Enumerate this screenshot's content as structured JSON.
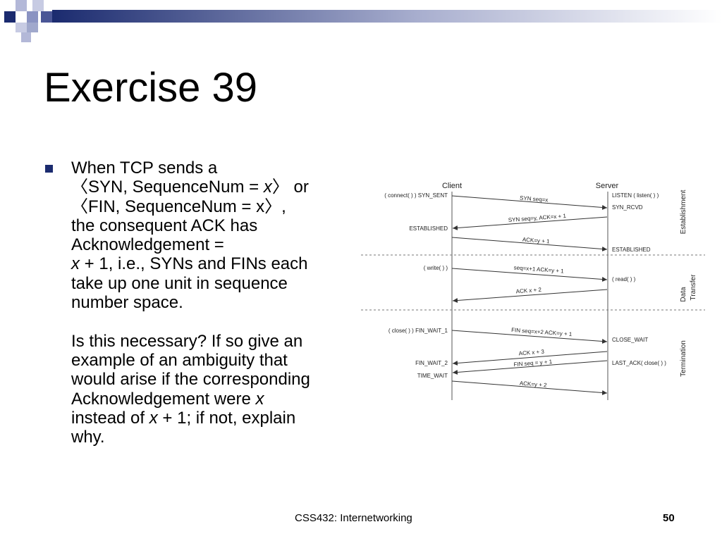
{
  "slide": {
    "title": "Exercise 39",
    "footer_course": "CSS432: Internetworking",
    "page_number": "50",
    "colors": {
      "accent": "#1b2b6f",
      "decor_light": "#a0a8cc"
    }
  },
  "bullet": {
    "line1": "When TCP sends a",
    "line2": {
      "open": "〈",
      "text": "SYN, SequenceNum = ",
      "var": "x",
      "close": "〉",
      "tail": " or"
    },
    "line3": "〈FIN, SequenceNum = x〉,",
    "line4": "the consequent ACK has",
    "line5": "Acknowledgement =",
    "line6": {
      "var": "x",
      "tail": " + 1, i.e., SYNs and FINs each"
    },
    "line7": "take up one unit in sequence",
    "line8": "number space.",
    "line9": "Is this necessary? If so give an",
    "line10": "example of an ambiguity that",
    "line11": "would arise if the corresponding",
    "line12": {
      "text": "Acknowledgement were ",
      "var": "x"
    },
    "line13": {
      "text": "instead of ",
      "var": "x",
      "tail": " + 1; if not, explain"
    },
    "line14": "why."
  },
  "diagram": {
    "client_label": "Client",
    "server_label": "Server",
    "phase_labels": {
      "establishment": "Establishment",
      "data_transfer_1": "Data",
      "data_transfer_2": "Transfer",
      "termination": "Termination"
    },
    "client_states": {
      "syn_sent": "( connect( ) ) SYN_SENT",
      "established": "ESTABLISHED",
      "write": "( write( ) )",
      "fin_wait_1": "( close( ) ) FIN_WAIT_1",
      "fin_wait_2": "FIN_WAIT_2",
      "time_wait": "TIME_WAIT"
    },
    "server_states": {
      "listen": "LISTEN ( listen( ) )",
      "syn_rcvd": "SYN_RCVD",
      "established": "ESTABLISHED",
      "read": "( read( ) )",
      "close_wait": "CLOSE_WAIT",
      "last_ack": "LAST_ACK( close( ) )"
    },
    "messages": {
      "syn": "SYN seq=x",
      "syn_ack": "SYN seq=y, ACK=x + 1",
      "ack1": "ACK=y + 1",
      "data": "seq=x+1 ACK=y + 1",
      "ack_data": "ACK x + 2",
      "fin1": "FIN seq=x+2 ACK=y + 1",
      "ack_fin1": "ACK x + 3",
      "fin2": "FIN seq = y + 1",
      "ack_fin2": "ACK=y + 2"
    }
  }
}
